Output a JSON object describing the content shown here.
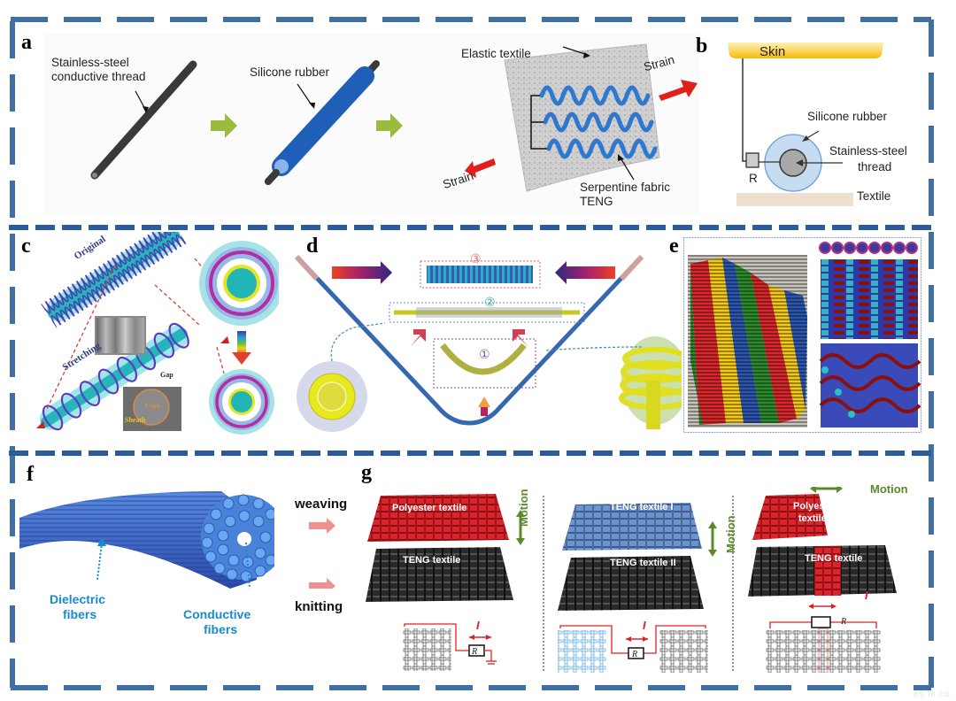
{
  "colors": {
    "frame": "#3f6fa3",
    "frame_dark": "#2d5c9a",
    "arrow_green": "#9bbb3c",
    "strain_red": "#e0201b",
    "rubber_blue": "#1f5fb8",
    "thread_dark": "#3a3a3a",
    "skin_yellow": "#f7c21a",
    "label_blue": "#1a8ad0",
    "motion_green": "#5b8a2a",
    "polyester_red": "#d9252b",
    "teng_blue": "#6d95cc"
  },
  "panels": {
    "a": {
      "label": "a",
      "thread_label_1": "Stainless-steel",
      "thread_label_2": "conductive thread",
      "rubber_label": "Silicone rubber",
      "elastic_label": "Elastic textile",
      "strain_right": "Strain",
      "strain_left": "Strain",
      "serpentine_label_1": "Serpentine fabric",
      "serpentine_label_2": "TENG",
      "arrow_icon": "right-arrow-icon"
    },
    "b": {
      "label": "b",
      "skin": "Skin",
      "rubber": "Silicone rubber",
      "thread_1": "Stainless-steel",
      "thread_2": "thread",
      "resistor": "R",
      "textile": "Textile"
    },
    "c": {
      "label": "c",
      "original": "Original",
      "stretching": "Stretching",
      "gap": "Gap",
      "core": "Core",
      "sheath": "Sheath"
    },
    "d": {
      "label": "d",
      "step1": "①",
      "step2": "②",
      "step3": "③"
    },
    "e": {
      "label": "e"
    },
    "f": {
      "label": "f",
      "dielectric_1": "Dielectric",
      "dielectric_2": "fibers",
      "conductive_1": "Conductive",
      "conductive_2": "fibers"
    },
    "g": {
      "label": "g",
      "weaving": "weaving",
      "knitting": "knitting",
      "mode1": {
        "top": "Polyester textile",
        "bottom": "TENG textile",
        "motion": "Motion",
        "current": "I",
        "resistor": "R"
      },
      "mode2": {
        "top": "TENG textile I",
        "bottom": "TENG textile II",
        "motion": "Motion",
        "current": "I",
        "resistor": "R"
      },
      "mode3": {
        "top_1": "Polyester",
        "top_2": "textile",
        "bottom": "TENG textile",
        "motion": "Motion",
        "current": "I",
        "resistor": "R"
      }
    }
  },
  "watermark": "es   m  co"
}
